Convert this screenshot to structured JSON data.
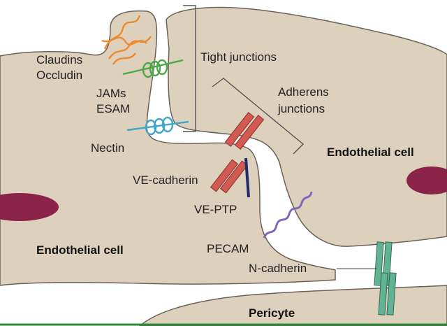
{
  "diagram": {
    "labels": {
      "claudins": "Claudins",
      "occludin": "Occludin",
      "jams": "JAMs",
      "esam": "ESAM",
      "nectin": "Nectin",
      "tight_junctions": "Tight junctions",
      "adherens_line1": "Adherens",
      "adherens_line2": "junctions",
      "ve_cadherin": "VE-cadherin",
      "ve_ptp": "VE-PTP",
      "pecam": "PECAM",
      "n_cadherin": "N-cadherin",
      "endothelial_cell_left": "Endothelial cell",
      "endothelial_cell_right": "Endothelial cell",
      "pericyte": "Pericyte"
    },
    "colors": {
      "background": "#ffffff",
      "cell_fill": "#ddd1bd",
      "cell_outline": "#6b6257",
      "nucleus": "#8a2448",
      "claudins": "#ee8a2e",
      "jams": "#4aa84a",
      "nectin": "#3fa7c6",
      "ve_cadherin": "#d35a52",
      "ve_ptp": "#1d2d6b",
      "pecam": "#8466b8",
      "n_cadherin": "#62b394",
      "bracket": "#555555",
      "frame": "#2e8a3a"
    }
  }
}
